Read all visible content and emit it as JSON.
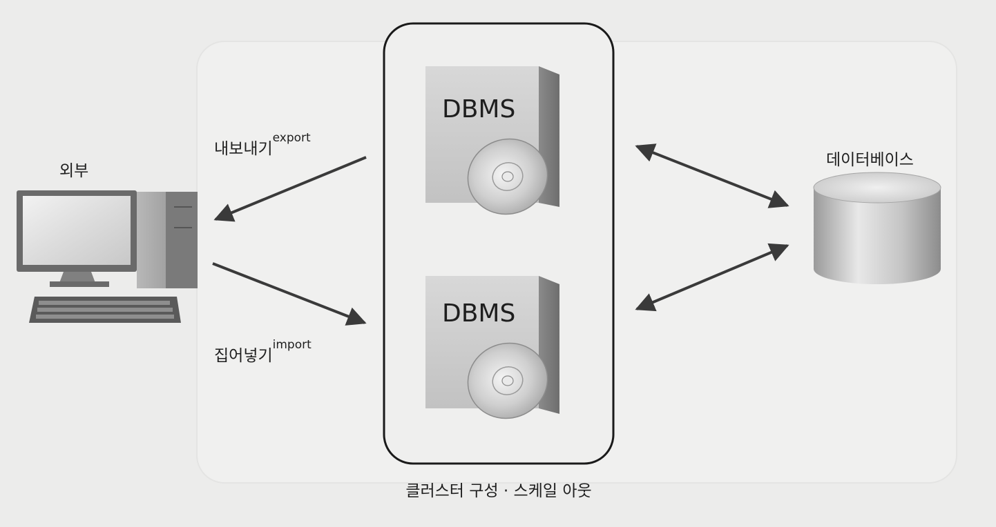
{
  "labels": {
    "external": "외부",
    "database": "데이터베이스",
    "cluster_caption": "클러스터 구성 · 스케일 아웃",
    "export_ko": "내보내기",
    "export_en": "export",
    "import_ko": "집어넣기",
    "import_en": "import"
  },
  "servers": [
    {
      "label": "DBMS"
    },
    {
      "label": "DBMS"
    }
  ],
  "colors": {
    "background": "#ececeb",
    "arrow": "#3a3a3a",
    "cluster_border": "#1a1a1a"
  },
  "icons": {
    "computer": "desktop-computer-icon",
    "server": "dbms-server-box-icon",
    "disc": "cd-disc-icon",
    "database": "database-cylinder-icon"
  }
}
